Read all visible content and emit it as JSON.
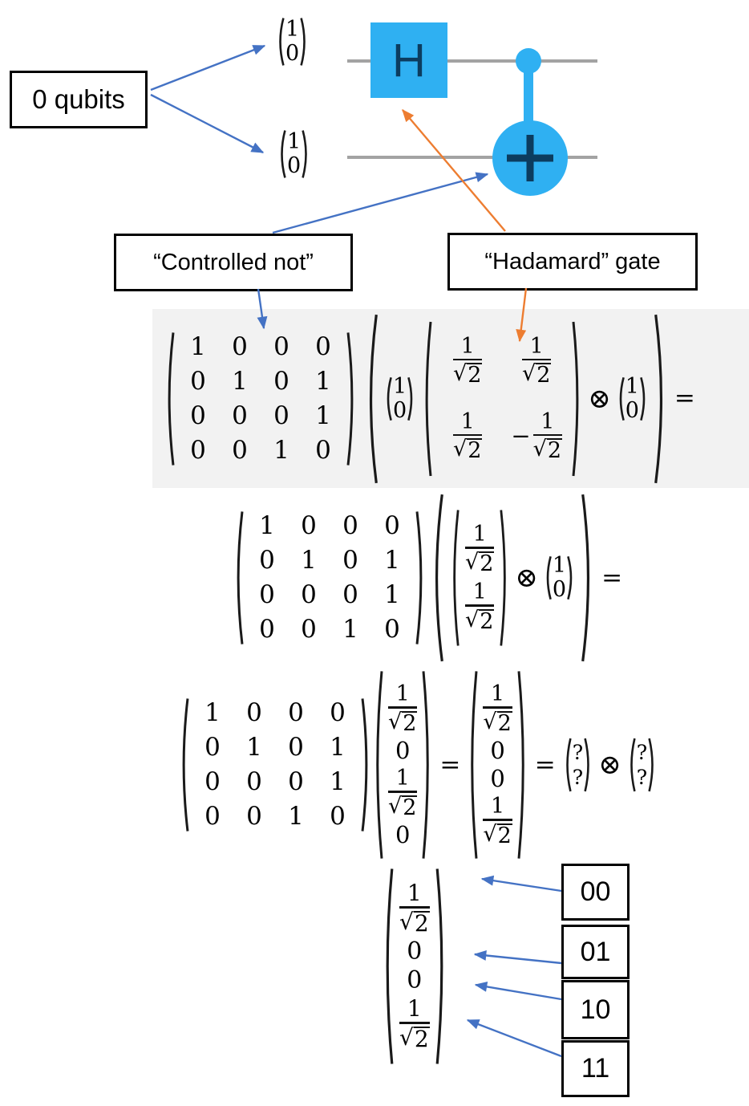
{
  "labels": {
    "qubits": "0 qubits",
    "cnot": "“Controlled not”",
    "hadamard": "“Hadamard” gate",
    "h_gate": "H"
  },
  "math": {
    "cnot": [
      [
        "1",
        "0",
        "0",
        "0"
      ],
      [
        "0",
        "1",
        "0",
        "1"
      ],
      [
        "0",
        "0",
        "0",
        "1"
      ],
      [
        "0",
        "0",
        "1",
        "0"
      ]
    ],
    "ket0": [
      "1",
      "0"
    ],
    "hadamard": [
      [
        {
          "n": "1",
          "r": "√",
          "d": "2"
        },
        {
          "n": "1",
          "r": "√",
          "d": "2"
        }
      ],
      [
        {
          "n": "1",
          "r": "√",
          "d": "2"
        },
        {
          "sign": "−",
          "n": "1",
          "r": "√",
          "d": "2"
        }
      ]
    ],
    "had_col": [
      {
        "n": "1",
        "r": "√",
        "d": "2"
      },
      {
        "n": "1",
        "r": "√",
        "d": "2"
      }
    ],
    "state_mid": [
      {
        "n": "1",
        "r": "√",
        "d": "2"
      },
      "0",
      {
        "n": "1",
        "r": "√",
        "d": "2"
      },
      "0"
    ],
    "bell": [
      {
        "n": "1",
        "r": "√",
        "d": "2"
      },
      "0",
      "0",
      {
        "n": "1",
        "r": "√",
        "d": "2"
      }
    ],
    "unknown": [
      "?",
      "?"
    ],
    "otimes": "⊗",
    "equals": "="
  },
  "basis": [
    "00",
    "01",
    "10",
    "11"
  ],
  "colors": {
    "gate_blue": "#2fb0f2",
    "gate_glyph": "#0c3c5f",
    "arrow_blue": "#4472C4",
    "arrow_orange": "#ED7D31",
    "wire_gray": "#a3a3a3",
    "panel_gray": "#f2f2f2"
  }
}
